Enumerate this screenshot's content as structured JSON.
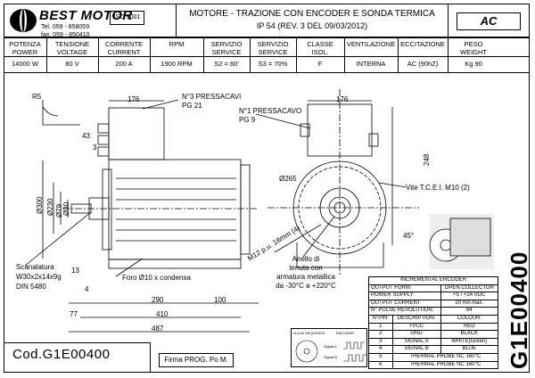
{
  "company": {
    "name": "BEST MOTOR",
    "tel": "Tel. 059 - 858059",
    "fax": "fax. 059 - 850410",
    "iso": "ISO 9001"
  },
  "title": {
    "line1": "MOTORE - TRAZIONE CON ENCODER E SONDA TERMICA",
    "line2": "IP 54 (REV. 3 DEL 09/03/2012)",
    "badge": "AC"
  },
  "specs": {
    "headers": [
      [
        "POTENZA",
        "POWER"
      ],
      [
        "TENSIONE",
        "VOLTAGE"
      ],
      [
        "CORRENTE",
        "CURRENT"
      ],
      [
        "RPM",
        ""
      ],
      [
        "SERVIZIO",
        "SERVICE"
      ],
      [
        "SERVIZIO",
        "SERVICE"
      ],
      [
        "CLASSE",
        "ISOL."
      ],
      [
        "VENTILAZIONE",
        ""
      ],
      [
        "ECCITAZIONE",
        ""
      ],
      [
        "PESO",
        "WEIGHT"
      ]
    ],
    "values": [
      "14000 W",
      "80 V",
      "200 A",
      "1900 RPM",
      "S2 =  60'",
      "S3 =  70%",
      "F",
      "INTERNA",
      "AC (90hZ)",
      "Kg 90"
    ]
  },
  "drawing": {
    "r5": "R5",
    "d176a": "176",
    "d176b": "176",
    "n3": "N°3 PRESSACAVI",
    "pg21": "PG 21",
    "n1": "N°1 PRESSACAVO",
    "pg9": "PG 9",
    "d43": "43",
    "d3": "3",
    "d300": "Ø300",
    "d230": "Ø230",
    "d79": "Ø79",
    "d30": "Ø30",
    "d265": "Ø265",
    "d248": "248",
    "vite": "Vite T.C.E.I. M10 (2)",
    "d45": "45°",
    "m12": "M12 p.u. 18mm (4)",
    "anello1": "Anello di",
    "anello2": "tenuta con",
    "anello3": "armatura metallica",
    "anello4": "da -30°C a +220°C",
    "scan1": "Scanalatura",
    "scan2": "W30x2x14x9g",
    "scan3": "DIN 5480",
    "d13": "13",
    "d4": "4",
    "foro": "Foro Ø10 x condensa",
    "d290": "290",
    "d100": "100",
    "d77": "77",
    "d410": "410",
    "d487": "487"
  },
  "footer": {
    "code": "Cod.G1E00400",
    "firma": "Firma PROG. Po M.",
    "vertical_code": "G1E00400"
  },
  "encoder": {
    "title": "INCREMENTAL ENCODER",
    "rows": [
      [
        "OUTPUT FORM:",
        "OPEN COLLECTOR"
      ],
      [
        "POWER SUPPLY:",
        "+5 / +24 VDC"
      ],
      [
        "OUTPUT CURRENT",
        "20 mA  max."
      ],
      [
        "N° PULSE REVOLUTION:",
        "64"
      ]
    ],
    "pin_headers": [
      "N°PIN:",
      "DESCRIPTION:",
      "COLOUR:"
    ],
    "pins": [
      [
        "1",
        "+VCC",
        "RED"
      ],
      [
        "2",
        "GND",
        "BLACK"
      ],
      [
        "3",
        "SIGNAL A",
        "WHITE(Green)"
      ],
      [
        "4",
        "SIGNAL B",
        "BLUE"
      ],
      [
        "5",
        "THERMAL PROBE NC 160°C",
        ""
      ],
      [
        "6",
        "THERMAL PROBE NC 160°C",
        ""
      ]
    ]
  },
  "sequence": {
    "label": "N-A-W SEQUENCE",
    "encoder_label": "ENCODER",
    "sig_a": "Signal A",
    "sig_b": "Signal B"
  }
}
